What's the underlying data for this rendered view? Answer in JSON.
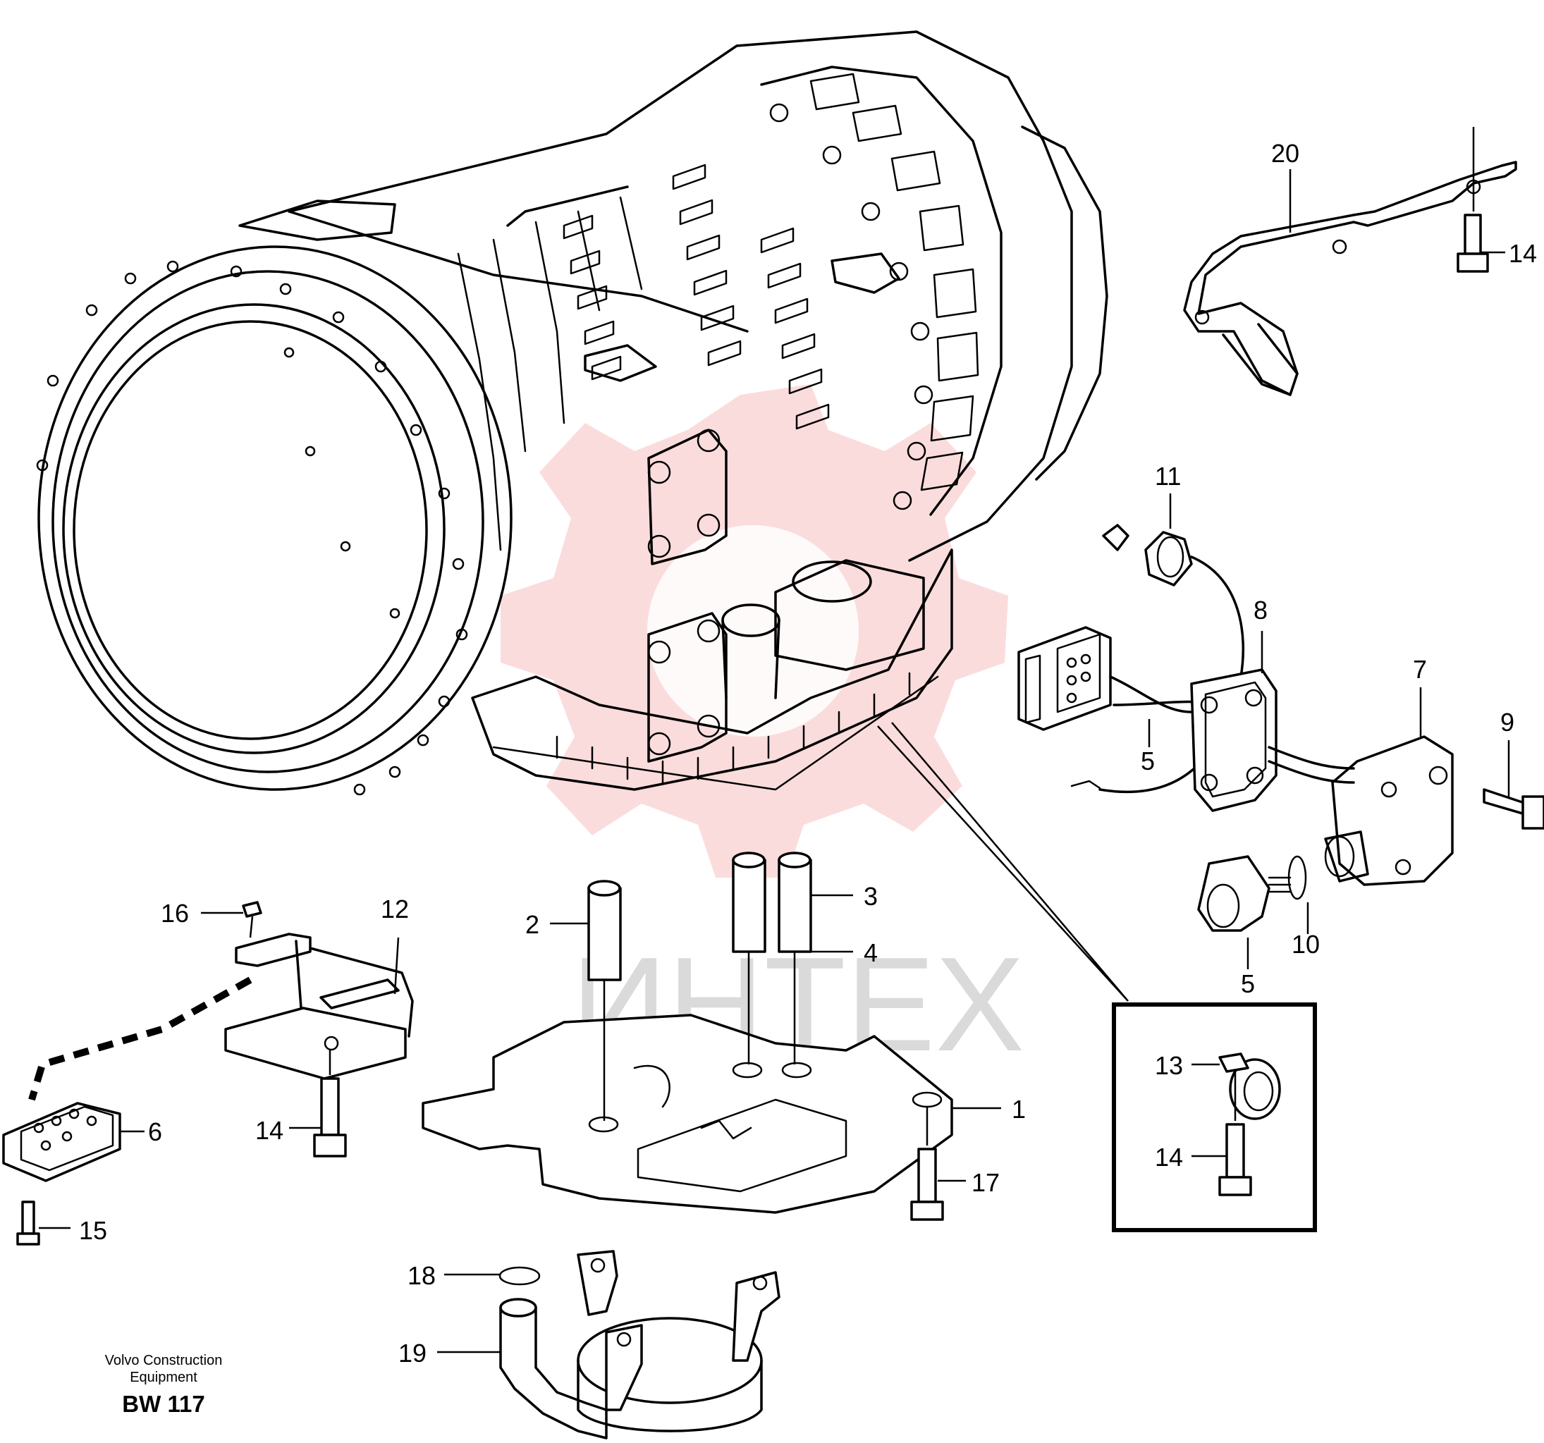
{
  "callouts": [
    {
      "n": "20"
    },
    {
      "n": "14"
    },
    {
      "n": "11"
    },
    {
      "n": "8"
    },
    {
      "n": "7"
    },
    {
      "n": "9"
    },
    {
      "n": "5"
    },
    {
      "n": "10"
    },
    {
      "n": "5"
    },
    {
      "n": "16"
    },
    {
      "n": "12"
    },
    {
      "n": "2"
    },
    {
      "n": "3"
    },
    {
      "n": "4"
    },
    {
      "n": "1"
    },
    {
      "n": "6"
    },
    {
      "n": "14"
    },
    {
      "n": "15"
    },
    {
      "n": "17"
    },
    {
      "n": "13"
    },
    {
      "n": "14"
    },
    {
      "n": "18"
    },
    {
      "n": "19"
    }
  ],
  "footer": {
    "company_line1": "Volvo Construction",
    "company_line2": "Equipment",
    "drawing_code": "BW 117"
  },
  "watermark": {
    "text": "ИНТЕХ"
  }
}
